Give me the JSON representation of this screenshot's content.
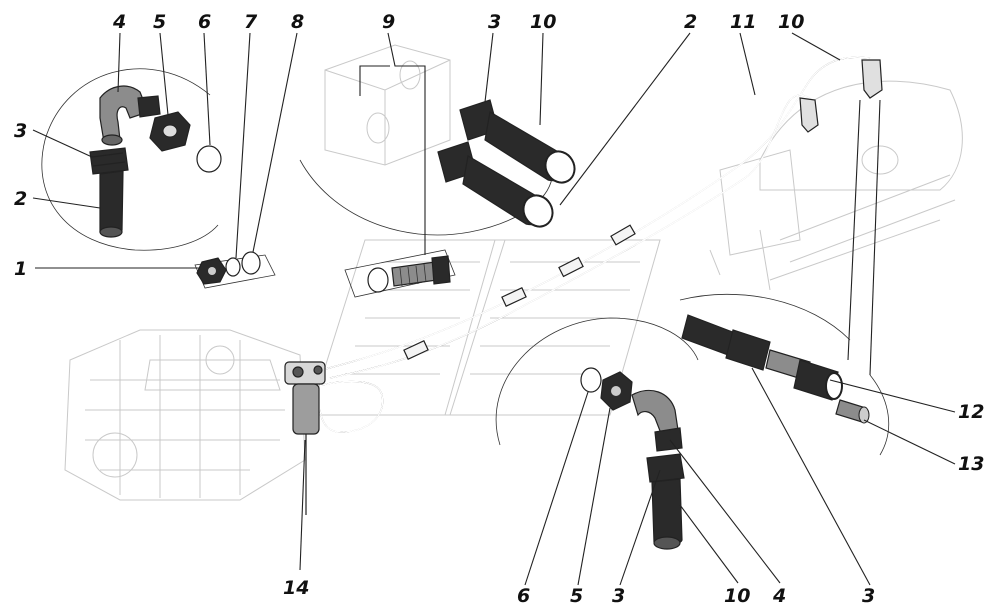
{
  "callouts": {
    "c1": "1",
    "c2": "2",
    "c2b": "2",
    "c3a": "3",
    "c3b": "3",
    "c3c": "3",
    "c3d": "3",
    "c4a": "4",
    "c4b": "4",
    "c5a": "5",
    "c5b": "5",
    "c6a": "6",
    "c6b": "6",
    "c7": "7",
    "c8": "8",
    "c9": "9",
    "c10a": "10",
    "c10b": "10",
    "c10c": "10",
    "c11": "11",
    "c12": "12",
    "c13": "13",
    "c14": "14"
  },
  "colors": {
    "ink": "#222222",
    "faint": "#c9c9c9",
    "dark": "#2a2a2a",
    "mid": "#8c8c8c"
  }
}
